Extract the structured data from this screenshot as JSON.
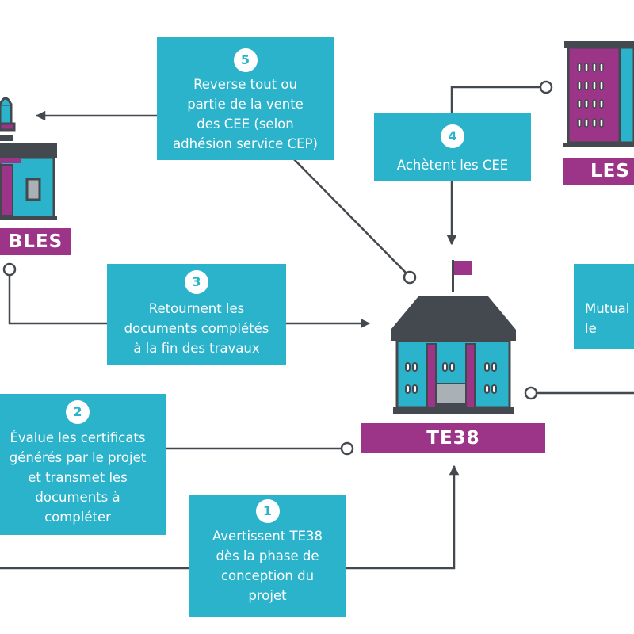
{
  "colors": {
    "teal": "#2ab3cb",
    "purple": "#9c3487",
    "dark": "#44494f",
    "white": "#ffffff"
  },
  "steps": [
    {
      "number": "1",
      "text": "Avertissent TE38\ndès la phase de\nconception du\nprojet"
    },
    {
      "number": "2",
      "text": "Évalue les certificats\ngénérés par le projet\net transmet les\ndocuments à\ncompléter"
    },
    {
      "number": "3",
      "text": "Retournent les\ndocuments complétés\nà la fin des travaux"
    },
    {
      "number": "4",
      "text": "Achètent les CEE"
    },
    {
      "number": "5",
      "text": "Reverse tout ou\npartie de la vente\ndes CEE (selon\nadhésion service CEP)"
    }
  ],
  "partial_box_text": "Mutual\nle",
  "labels": {
    "left": "BLES",
    "center": "TE38",
    "right": "LES"
  },
  "icons": [
    "town-hall-icon",
    "te38-building-icon",
    "office-tower-icon"
  ]
}
